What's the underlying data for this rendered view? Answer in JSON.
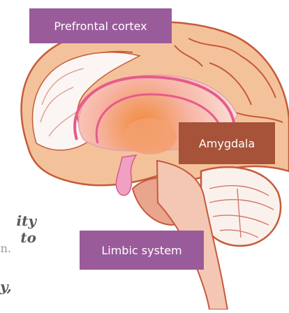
{
  "labels": {
    "prefrontal_cortex": "Prefrontal cortex",
    "amygdala": "Amygdala",
    "limbic_system": "Limbic system"
  },
  "text_fragments": {
    "line1": "ity to",
    "line2": "n.",
    "line3": "y,"
  },
  "colors": {
    "label_purple": "#9a5b9b",
    "label_rust": "#a6533a",
    "brain_outline": "#c65a3a",
    "cortex_fill": "#f4c29a",
    "cortex_white": "#fbf5f3",
    "limbic_glow": "#e75a8c"
  }
}
